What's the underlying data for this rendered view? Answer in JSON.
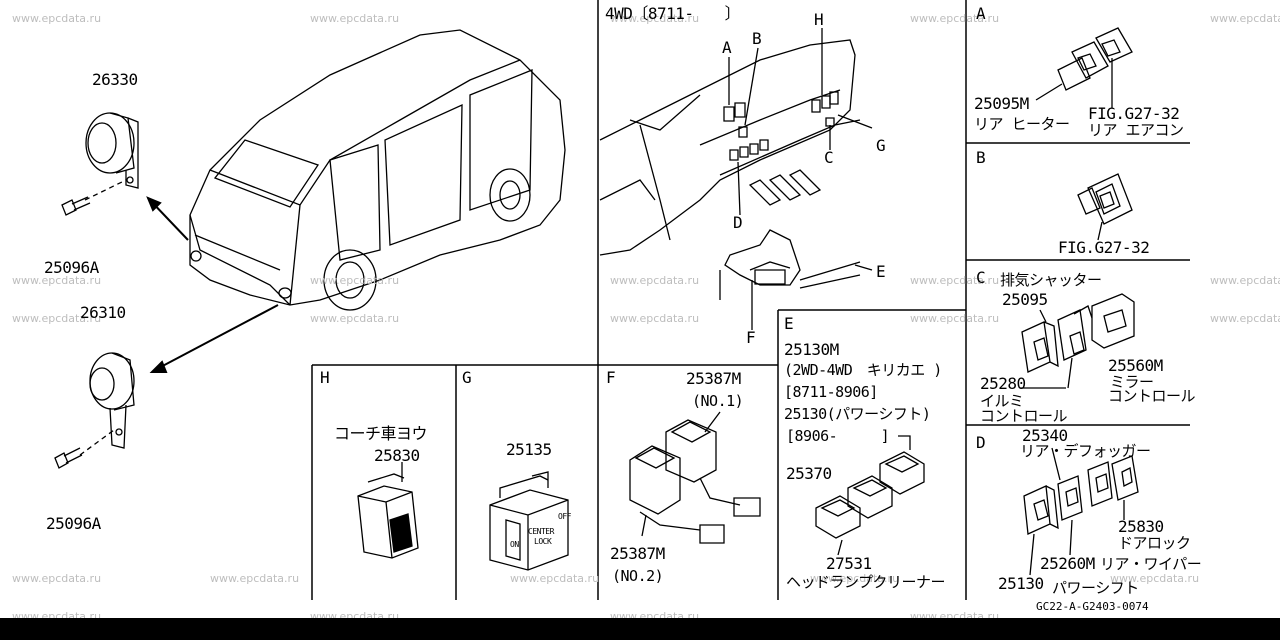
{
  "watermark": "www.epcdata.ru",
  "drawing_code": "GC22-A-G2403-0074",
  "left": {
    "horn_upper": "26330",
    "bolt_upper": "25096A",
    "horn_lower": "26310",
    "bolt_lower": "25096A"
  },
  "dash": {
    "title": "4WD〔8711-　　〕",
    "callouts": [
      "A",
      "B",
      "H",
      "C",
      "G",
      "D",
      "E",
      "F"
    ]
  },
  "panel_A": {
    "letter": "A",
    "part1_no": "25095M",
    "part1_name": "リア ヒーター",
    "part2_fig": "FIG.G27-32",
    "part2_name": "リア エアコン"
  },
  "panel_B": {
    "letter": "B",
    "fig": "FIG.G27-32"
  },
  "panel_C": {
    "letter": "C",
    "title": "排気シャッター",
    "p1": "25095",
    "p2": "25560M",
    "p2_name1": "ミラー",
    "p2_name2": "コントロール",
    "p3": "25280",
    "p3_name1": "イルミ",
    "p3_name2": "コントロール"
  },
  "panel_D": {
    "letter": "D",
    "p1": "25340",
    "p1_name": "リア・デフォッガー",
    "p2": "25830",
    "p2_name": "ドアロック",
    "p3": "25260M",
    "p3_name": "リア・ワイパー",
    "p4": "25130",
    "p4_name": "パワーシフト"
  },
  "panel_E": {
    "letter": "E",
    "line1": "25130M",
    "line2": "(2WD-4WD　キリカエ )",
    "line3": "[8711-8906]",
    "line4": "25130(パワーシフト)",
    "line5": "[8906-　　　]",
    "p2": "25370",
    "p3": "27531",
    "p3_name": "ヘッドランプクリーナー"
  },
  "panel_F": {
    "letter": "F",
    "p1": "25387M",
    "p1_sub": "(NO.1)",
    "p2": "25387M",
    "p2_sub": "(NO.2)"
  },
  "panel_G": {
    "letter": "G",
    "p1": "25135",
    "switch_text1": "CENTER",
    "switch_text2": "LOCK",
    "switch_on": "ON",
    "switch_off": "OFF"
  },
  "panel_H": {
    "letter": "H",
    "title": "コーチ車ヨウ",
    "p1": "25830"
  }
}
